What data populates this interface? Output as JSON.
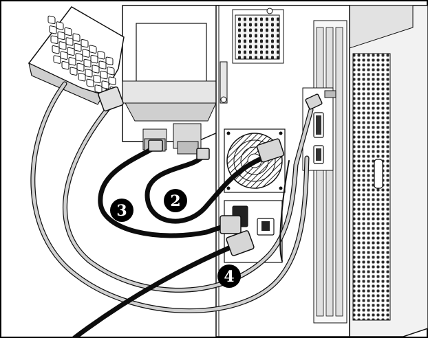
{
  "figure": {
    "callouts": [
      {
        "id": "callout-2",
        "label": "2"
      },
      {
        "id": "callout-3",
        "label": "3"
      },
      {
        "id": "callout-4",
        "label": "4"
      }
    ]
  },
  "colors": {
    "frame": "#000000",
    "line": "#1a1a1a",
    "cable_light": "#c8c8c8",
    "cable_dark": "#111111",
    "panel_fill": "#ffffff",
    "shade": "#d9d9d9",
    "callout_fill": "#000000",
    "callout_text": "#ffffff"
  }
}
